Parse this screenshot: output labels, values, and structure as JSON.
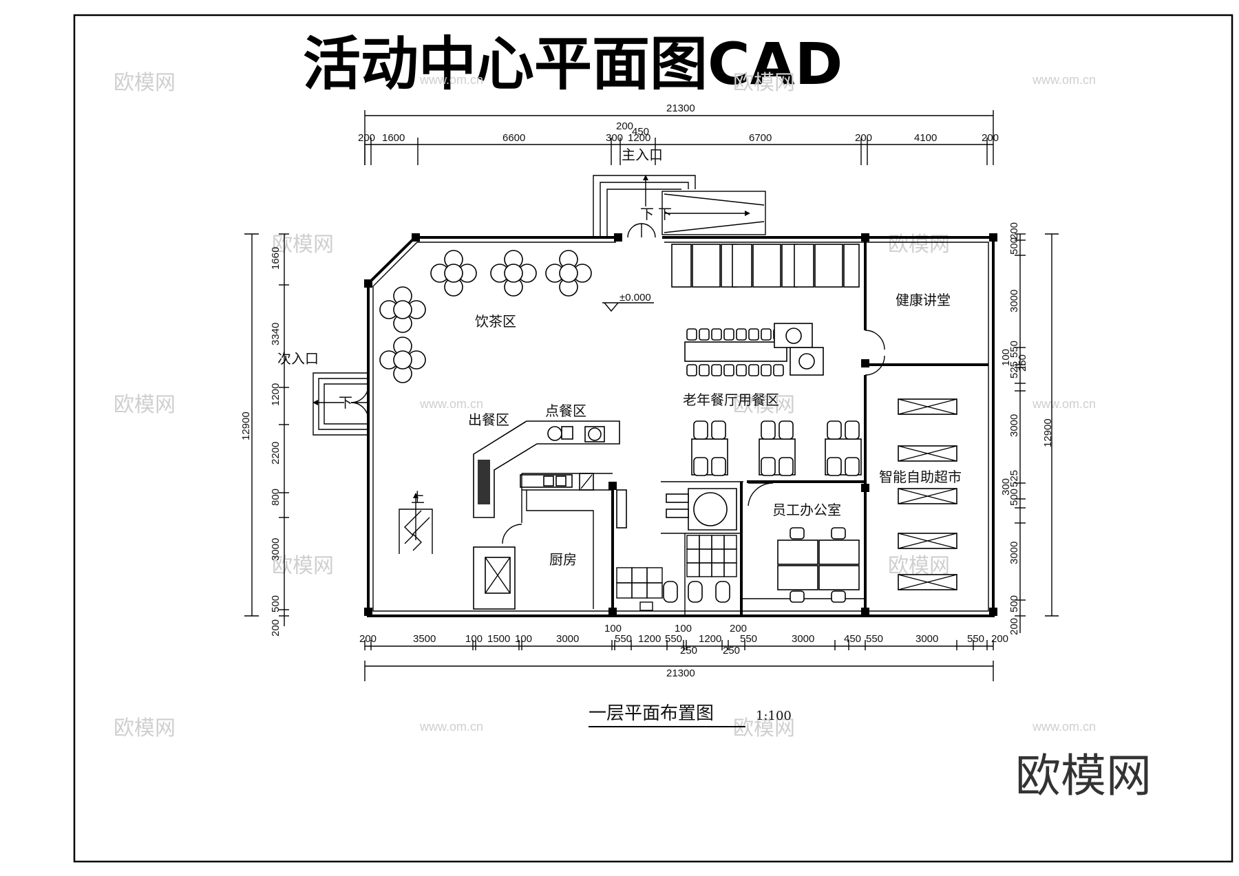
{
  "title": "活动中心平面图CAD",
  "floor_plan_caption": "一层平面布置图",
  "scale": "1:100",
  "brand": "欧模网",
  "watermark_url": "www.om.cn",
  "level_mark": "±0.000",
  "rooms": {
    "main_entrance": "主入口",
    "side_entrance": "次入口",
    "tea_area": "饮茶区",
    "dining_area": "老年餐厅用餐区",
    "serving_area": "出餐区",
    "ordering_area": "点餐区",
    "kitchen": "厨房",
    "staff_office": "员工办公室",
    "health_hall": "健康讲堂",
    "smart_market": "智能自助超市",
    "stair_up": "上",
    "stair_down": "下"
  },
  "dimensions": {
    "total_width": "21300",
    "top": [
      "200",
      "1600",
      "6600",
      "300",
      "1200",
      "6700",
      "200",
      "4100",
      "200"
    ],
    "top_extra": [
      "200",
      "450"
    ],
    "bottom": [
      "200",
      "3500",
      "100",
      "1500",
      "100",
      "3000",
      "100",
      "550",
      "1200",
      "550",
      "100",
      "1200",
      "200",
      "550",
      "3000",
      "450",
      "550",
      "3000",
      "550",
      "200"
    ],
    "bottom_extra": [
      "250",
      "250"
    ],
    "left_total": "12900",
    "left": [
      "1660",
      "3340",
      "1200",
      "2200",
      "800",
      "3000",
      "500",
      "200"
    ],
    "right_total": "12900",
    "right": [
      "200",
      "500",
      "3000",
      "550",
      "100",
      "525",
      "250",
      "3000",
      "525",
      "300",
      "500",
      "3000",
      "500",
      "200"
    ]
  },
  "colors": {
    "line": "#000000",
    "watermark": "#cfcfcf"
  }
}
